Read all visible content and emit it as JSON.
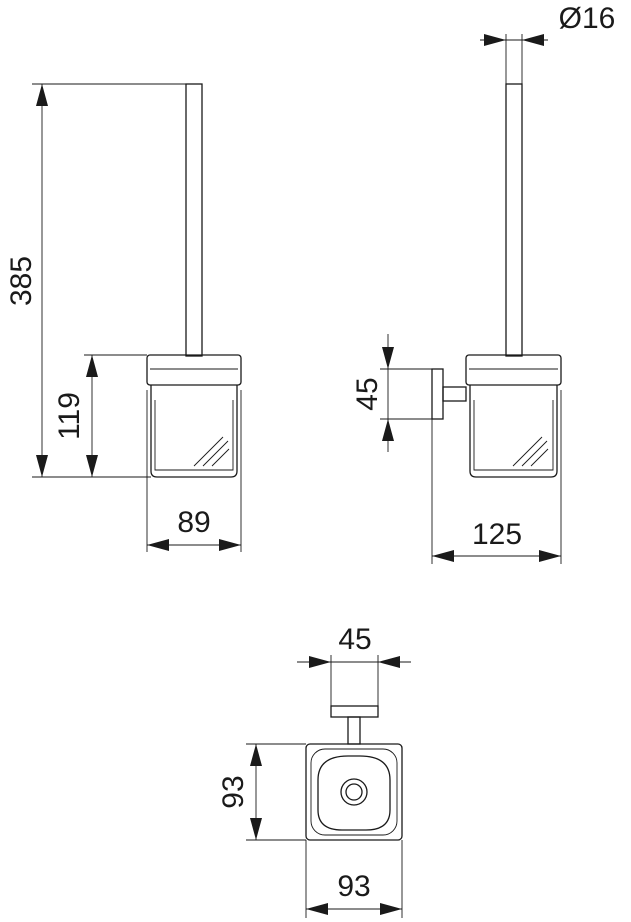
{
  "dimensions": {
    "total_height": "385",
    "holder_height": "119",
    "front_width": "89",
    "rod_diameter": "Ø16",
    "mount_height": "45",
    "side_depth": "125",
    "mount_width": "45",
    "top_width": "93",
    "top_depth": "93"
  },
  "colors": {
    "line": "#1a1a1a",
    "background": "#ffffff"
  }
}
